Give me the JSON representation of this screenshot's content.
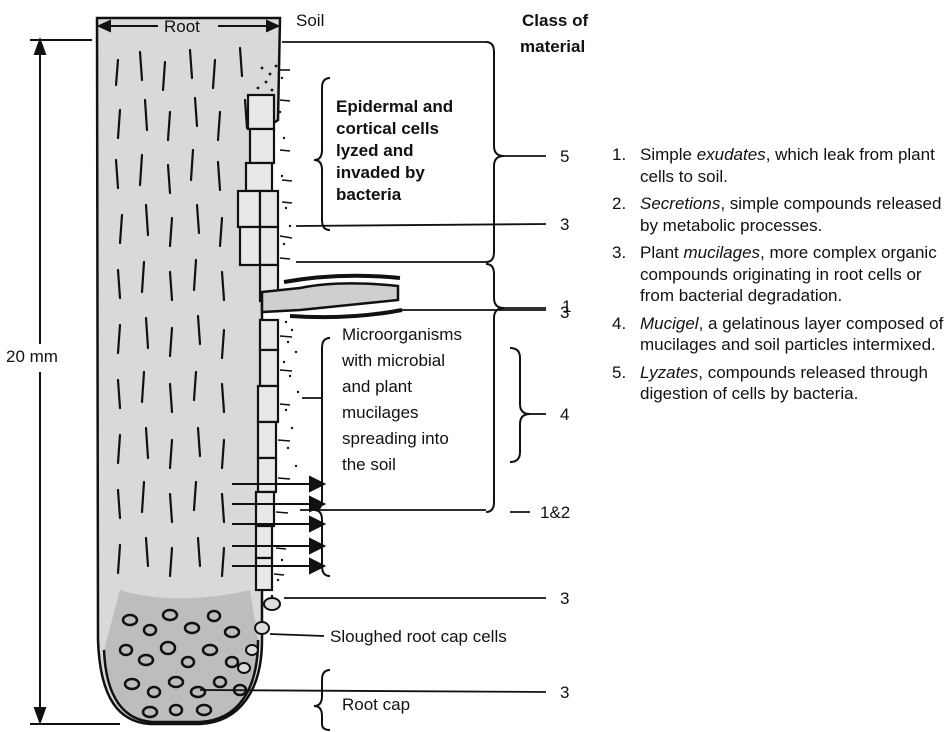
{
  "labels": {
    "root": "Root",
    "soil": "Soil",
    "class_title_1": "Class of",
    "class_title_2": "material",
    "length": "20 mm",
    "epidermal": [
      "Epidermal and",
      "cortical cells",
      "lyzed and",
      "invaded by",
      "bacteria"
    ],
    "microorganisms": [
      "Microorganisms",
      "with microbial",
      "and plant",
      "mucilages",
      "spreading into",
      "the soil"
    ],
    "sloughed": "Sloughed root cap cells",
    "root_cap": "Root cap"
  },
  "class_numbers": {
    "n5": "5",
    "n3a": "3",
    "n1": "1",
    "n3b": "3",
    "n4": "4",
    "n12": "1&2",
    "n3c": "3",
    "n3d": "3"
  },
  "legend": [
    {
      "number": "1.",
      "term": "Simple ",
      "italic": "exudates",
      "rest": ", which leak from plant cells to soil."
    },
    {
      "number": "2.",
      "term": "",
      "italic": "Secretions",
      "rest": ", simple compounds released by metabolic processes."
    },
    {
      "number": "3.",
      "term": "Plant ",
      "italic": "mucilages",
      "rest": ", more complex organic compounds originating in root cells or from bacterial degradation."
    },
    {
      "number": "4.",
      "term": "",
      "italic": "Mucigel",
      "rest": ", a gelatinous layer composed of mucilages and soil particles intermixed."
    },
    {
      "number": "5.",
      "term": "",
      "italic": "Lyzates",
      "rest": ", compounds released through digestion of cells by bacteria."
    }
  ]
}
